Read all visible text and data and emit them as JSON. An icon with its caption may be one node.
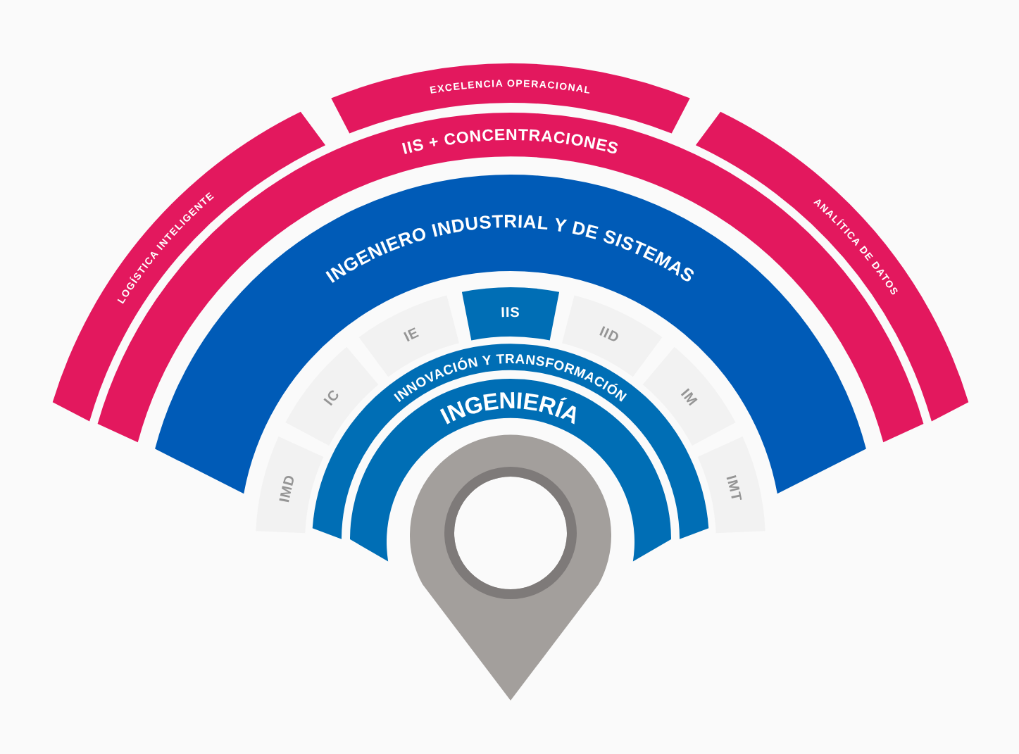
{
  "diagram": {
    "nodes": [
      {
        "text": [
          "LOGÍSTICA INTELIGENTE"
        ]
      },
      {
        "text": [
          "EXCELENCIA OPERACIONAL"
        ]
      },
      {
        "text": [
          "ANALÍTICA DE DATOS"
        ]
      },
      {
        "text": [
          "IIS + CONCENTRACIONES"
        ]
      },
      {
        "text": [
          "INGENIERO INDUSTRIAL Y DE SISTEMAS"
        ]
      },
      {
        "text": [
          "IMD"
        ]
      },
      {
        "text": [
          "IC"
        ]
      },
      {
        "text": [
          "IE"
        ]
      },
      {
        "text": [
          "IIS"
        ]
      },
      {
        "text": [
          "IID"
        ]
      },
      {
        "text": [
          "IM"
        ]
      },
      {
        "text": [
          "IMT"
        ]
      },
      {
        "text": [
          "INNOVACIÓN Y TRANSFORMACIÓN"
        ]
      },
      {
        "text": [
          "INGENIERÍA"
        ]
      }
    ]
  }
}
